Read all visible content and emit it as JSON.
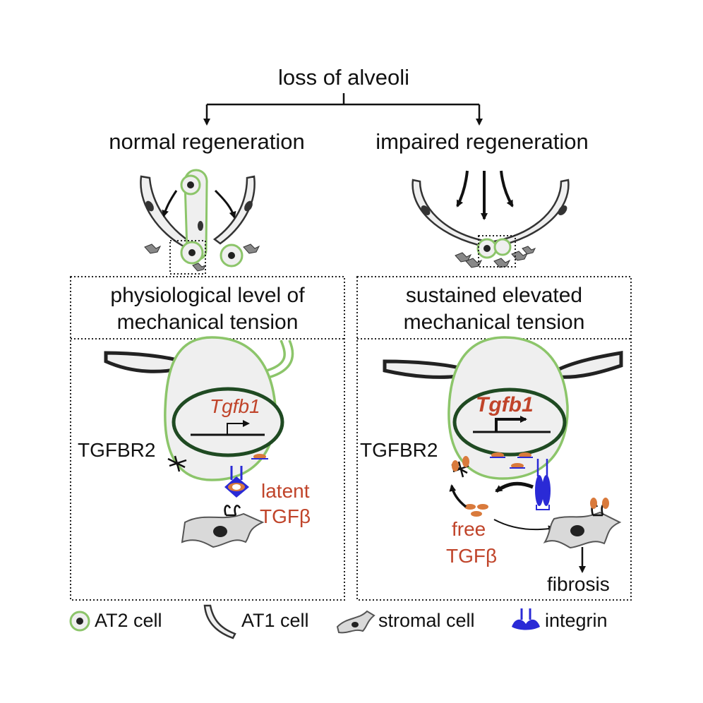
{
  "top": {
    "title": "loss of alveoli",
    "left_branch": "normal regeneration",
    "right_branch": "impaired regeneration"
  },
  "left_panel": {
    "title_line1": "physiological level of",
    "title_line2": "mechanical tension",
    "gene": "Tgfb1",
    "receptor": "TGFBR2",
    "ligand_line1": "latent",
    "ligand_line2": "TGFβ"
  },
  "right_panel": {
    "title_line1": "sustained elevated",
    "title_line2": "mechanical tension",
    "gene": "Tgfb1",
    "receptor": "TGFBR2",
    "ligand_line1": "free",
    "ligand_line2": "TGFβ",
    "outcome": "fibrosis"
  },
  "legend": [
    {
      "label": "AT2 cell",
      "icon": "at2-cell-icon"
    },
    {
      "label": "AT1 cell",
      "icon": "at1-cell-icon"
    },
    {
      "label": "stromal cell",
      "icon": "stromal-cell-icon"
    },
    {
      "label": "integrin",
      "icon": "integrin-icon"
    }
  ],
  "colors": {
    "at2_outline": "#8cc56a",
    "nucleus_outline": "#1f4a22",
    "cell_fill": "#efefef",
    "tgfb_orange": "#d97a3c",
    "integrin_blue": "#2a2ad6",
    "text_red": "#c0442a"
  }
}
